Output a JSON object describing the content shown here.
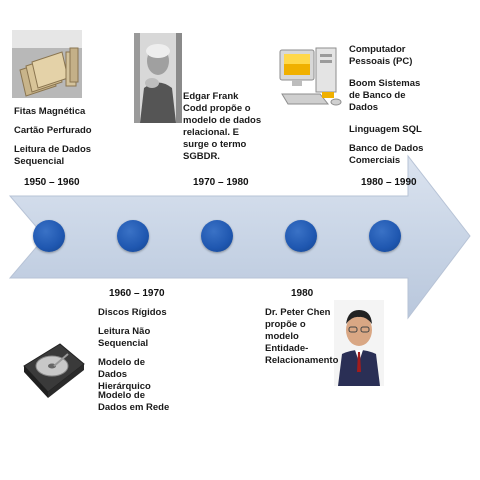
{
  "timeline": {
    "periods": {
      "p1": "1950 – 1960",
      "p2": "1960 – 1970",
      "p3": "1970 – 1980",
      "p4": "1980",
      "p5": "1980 – 1990"
    },
    "blocks": {
      "b1": [
        "Fitas Magnética",
        "Cartão Perfurado",
        "Leitura de Dados Sequencial"
      ],
      "b2": [
        "Discos Rígidos",
        "Leitura Não Sequencial",
        "Modelo de Dados Hierárquico",
        "Modelo de Dados em Rede"
      ],
      "b3": "Edgar Frank Codd propõe o modelo de dados relacional. E surge o termo SGBDR.",
      "b4": "Dr. Peter Chen propõe o modelo Entidade-Relacionamento",
      "b5": [
        "Computador Pessoais (PC)",
        "Boom Sistemas de Banco de Dados",
        "Linguagem SQL",
        "Banco de Dados Comerciais"
      ]
    }
  },
  "colors": {
    "arrow_fill": "#cfd9e8",
    "dot": "#2460b8"
  }
}
